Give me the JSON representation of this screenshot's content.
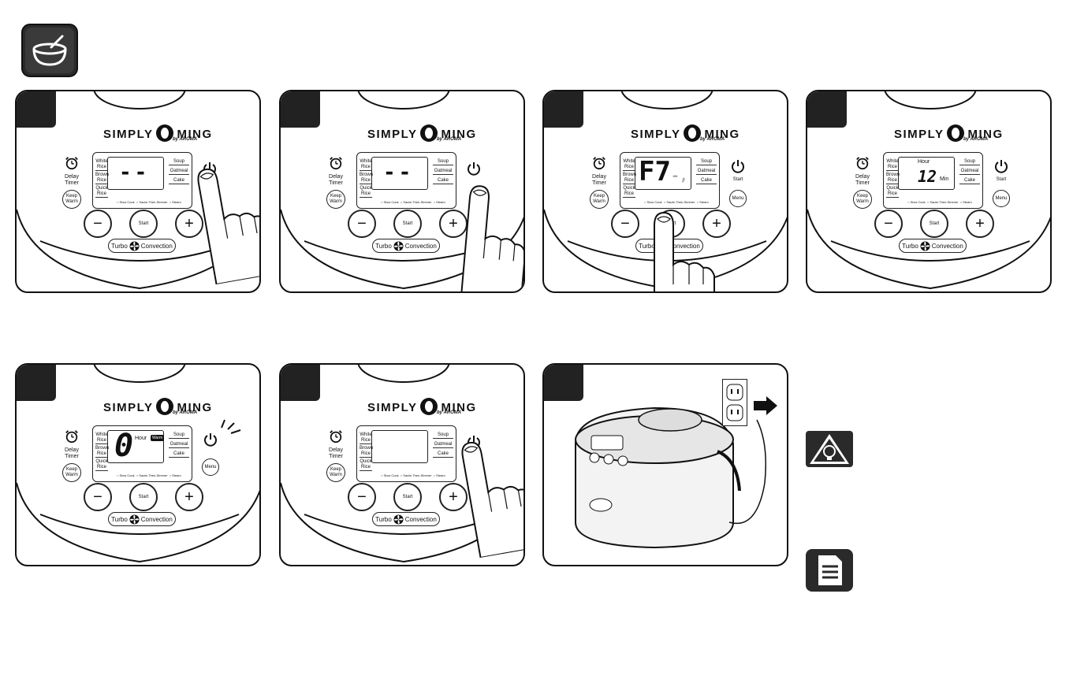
{
  "brand": {
    "name_left": "SIMPLY",
    "name_right": "MING",
    "sub": "by AROMA"
  },
  "lcd": {
    "left_labels": [
      "White Rice",
      "Brown Rice",
      "Quick Rice"
    ],
    "right_labels": [
      "Soup",
      "Oatmeal",
      "Cake"
    ],
    "bottom_labels": [
      "Slow Cook",
      "Saute-Then-Simmer",
      "Steam"
    ]
  },
  "buttons": {
    "delay_timer": "Delay Timer",
    "keep_warm": "Keep Warm",
    "start": "Start",
    "menu": "Menu",
    "turbo_left": "Turbo",
    "turbo_right": "Convection"
  },
  "panels": [
    {
      "id": 1,
      "display": "- -",
      "right_button": "power",
      "hand": "power"
    },
    {
      "id": 2,
      "display": "- -",
      "right_button": "power",
      "hand": "menu"
    },
    {
      "id": 3,
      "display": "F7 - -",
      "right_button": "menu",
      "hand": "start",
      "right_top": "Start"
    },
    {
      "id": 4,
      "display_hour": "Hour",
      "display_value": "12",
      "display_unit": "Min",
      "right_button": "menu",
      "right_top": "Start"
    },
    {
      "id": 5,
      "display_value": "0",
      "display_hour": "Hour",
      "display_badge": "Warm",
      "right_button": "menu",
      "right_top": ""
    },
    {
      "id": 6,
      "display": "",
      "right_button": "power",
      "hand": "power"
    },
    {
      "id": 7,
      "type": "unplug"
    }
  ]
}
